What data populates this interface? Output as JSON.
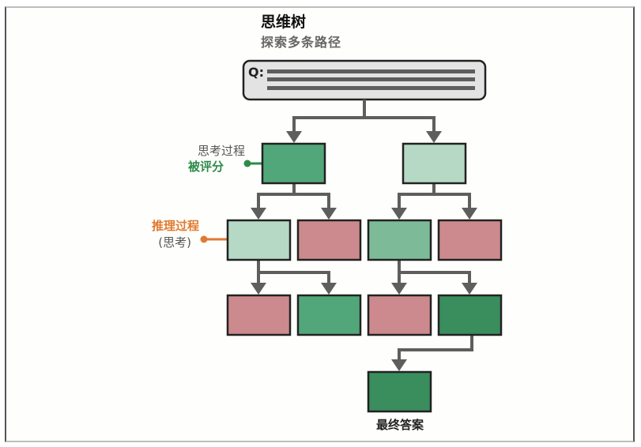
{
  "diagram": {
    "title": "思维树",
    "subtitle": "探索多条路径",
    "question_label": "Q:",
    "annotations": {
      "thought_process": "思考过程",
      "scored": "被评分",
      "reasoning_process": "推理过程",
      "thinking_paren": "(思考)"
    },
    "final_answer_label": "最终答案",
    "colors": {
      "dark_green": "#3a8d5d",
      "medium_green": "#52a77a",
      "light_green_mid": "#7dbb98",
      "pale_green": "#b5d9c5",
      "red": "#cd8a8e",
      "question_bg": "#e3e3e3",
      "connector": "#5e5e5e",
      "scored_accent": "#2e8b4a",
      "reasoning_accent": "#e07a30"
    },
    "nodes": [
      {
        "id": "root",
        "type": "question",
        "parent": null
      },
      {
        "id": "L1",
        "state": "medium_green",
        "parent": "root"
      },
      {
        "id": "R1",
        "state": "pale_green",
        "parent": "root"
      },
      {
        "id": "L1a",
        "state": "pale_green",
        "parent": "L1"
      },
      {
        "id": "L1b",
        "state": "red",
        "parent": "L1"
      },
      {
        "id": "R1a",
        "state": "light_green_mid",
        "parent": "R1"
      },
      {
        "id": "R1b",
        "state": "red",
        "parent": "R1"
      },
      {
        "id": "L1a1",
        "state": "red",
        "parent": "L1a"
      },
      {
        "id": "L1a2",
        "state": "medium_green",
        "parent": "L1a"
      },
      {
        "id": "R1a1",
        "state": "red",
        "parent": "R1a"
      },
      {
        "id": "R1a2",
        "state": "dark_green",
        "parent": "R1a"
      },
      {
        "id": "final",
        "state": "dark_green",
        "parent": "R1a2"
      }
    ]
  }
}
